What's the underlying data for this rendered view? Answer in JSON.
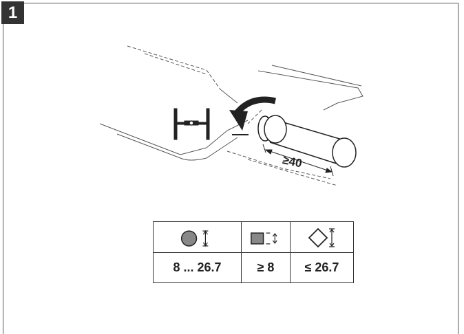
{
  "step": {
    "number": "1"
  },
  "diagram": {
    "dimension_label": "≥40",
    "icons": [
      "clamp-jaw-icon",
      "rotate-arrow-icon",
      "shaft-icon"
    ]
  },
  "spec_table": {
    "columns": [
      {
        "icon": "round-profile-icon",
        "value": "8 ... 26.7"
      },
      {
        "icon": "square-profile-icon",
        "value": "≥ 8"
      },
      {
        "icon": "diamond-profile-icon",
        "value": "≤ 26.7"
      }
    ]
  },
  "colors": {
    "line": "#333333",
    "fill_grey": "#888888",
    "badge": "#333333"
  }
}
